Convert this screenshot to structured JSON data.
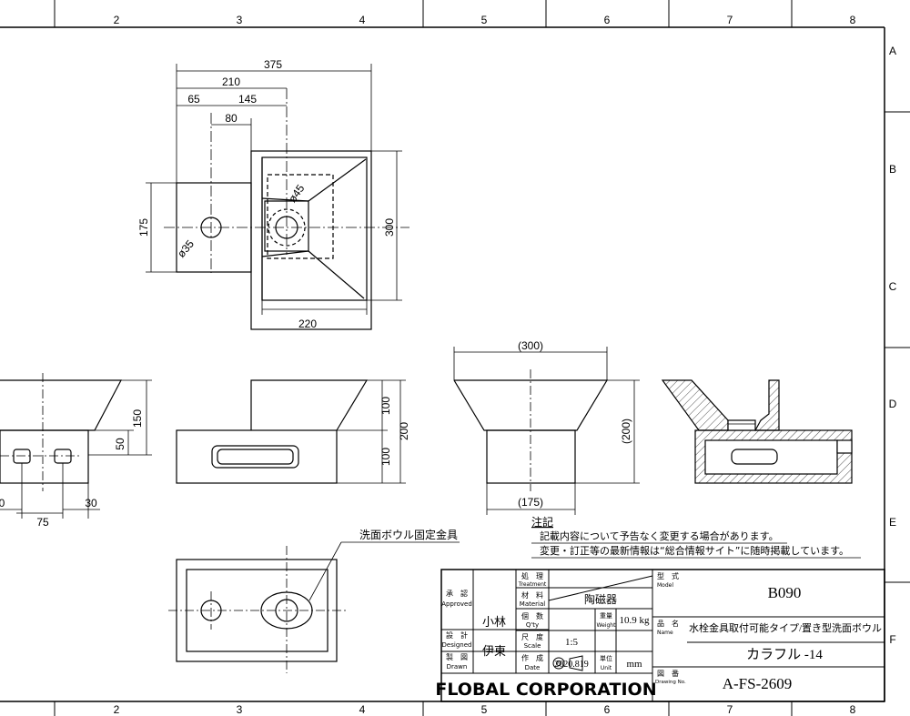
{
  "grid": {
    "columns": [
      "2",
      "3",
      "4",
      "5",
      "6",
      "7",
      "8"
    ],
    "rows": [
      "A",
      "B",
      "C",
      "D",
      "E",
      "F"
    ]
  },
  "dimensions": {
    "top_375": "375",
    "top_210": "210",
    "top_65": "65",
    "top_145": "145",
    "top_80": "80",
    "left_175": "175",
    "right_300": "300",
    "bottom_220": "220",
    "phi45": "ø45",
    "phi35": "ø35",
    "side_150": "150",
    "side_50": "50",
    "side_75": "75",
    "side_30": "30",
    "side_0": "0",
    "mid_100a": "100",
    "mid_200": "200",
    "mid_100b": "100",
    "front_300": "(300)",
    "front_200": "(200)",
    "front_175": "(175)"
  },
  "callout": "洗面ボウル固定金具",
  "notes": {
    "heading": "注記",
    "line1": "記載内容について予告なく変更する場合があります。",
    "line2": "変更・訂正等の最新情報は“総合情報サイト”に随時掲載しています。"
  },
  "title_block": {
    "approved_jp": "承　認",
    "approved_en": "Approved",
    "designed_jp": "設　計",
    "designed_en": "Designed",
    "drawn_jp": "製　図",
    "drawn_en": "Drawn",
    "approved_name": "小林",
    "designed_name": "伊東",
    "treatment_jp": "処　理",
    "treatment_en": "Treatment",
    "material_jp": "材　料",
    "material_en": "Material",
    "material_value": "陶磁器",
    "qty_jp": "個　数",
    "qty_en": "Q'ty",
    "weight_jp": "重量",
    "weight_en": "Weight",
    "weight_value": "10.9 kg",
    "scale_jp": "尺　度",
    "scale_en": "Scale",
    "scale_value": "1:5",
    "date_jp": "作　成",
    "date_en": "Date",
    "date_value": "2020.819",
    "unit_jp": "単位",
    "unit_en": "Unit",
    "unit_value": "mm",
    "model_jp": "型　式",
    "model_en": "Model",
    "model_value": "B090",
    "name_jp": "品　名",
    "name_en": "Name",
    "name_value": "水栓金具取付可能タイプ/置き型洗面ボウル",
    "name_value2": "カラフル -14",
    "drawing_no_jp": "図　番",
    "drawing_no_en": "Drawing No.",
    "drawing_no_value": "A-FS-2609",
    "company": "FLOBAL CORPORATION"
  }
}
